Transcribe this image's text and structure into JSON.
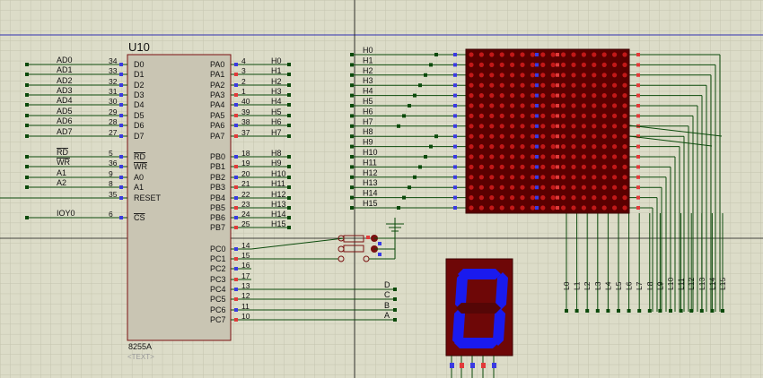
{
  "colors": {
    "background": "#dcdcc8",
    "grid": "#c4c4ae",
    "wire": "#0b4a0b",
    "chip_fill": "#c9c5b3",
    "chip_border": "#7a1010",
    "pin_red": "#e23a3a",
    "pin_blue": "#3a3ae2",
    "matrix_bg": "#5a0000",
    "led_off": "#c21818",
    "display_bg": "#6e0707",
    "segment_on": "#1a1aee",
    "segment_off": "#550606",
    "axis_line": "#3030b0"
  },
  "chip": {
    "name": "U10",
    "part": "8255A",
    "text_placeholder": "<TEXT>",
    "left_nets": [
      "AD0",
      "AD1",
      "AD2",
      "AD3",
      "AD4",
      "AD5",
      "AD6",
      "AD7",
      "RD",
      "WR",
      "A1",
      "A2",
      "IOY0"
    ],
    "left_pins": [
      {
        "label": "D0",
        "num": "34"
      },
      {
        "label": "D1",
        "num": "33"
      },
      {
        "label": "D2",
        "num": "32"
      },
      {
        "label": "D3",
        "num": "31"
      },
      {
        "label": "D4",
        "num": "30"
      },
      {
        "label": "D5",
        "num": "29"
      },
      {
        "label": "D6",
        "num": "28"
      },
      {
        "label": "D7",
        "num": "27"
      },
      {
        "label": "RD",
        "num": "5"
      },
      {
        "label": "WR",
        "num": "36"
      },
      {
        "label": "A0",
        "num": "9"
      },
      {
        "label": "A1",
        "num": "8"
      },
      {
        "label": "RESET",
        "num": "35"
      },
      {
        "label": "CS",
        "num": "6"
      }
    ],
    "right_pins": [
      {
        "label": "PA0",
        "num": "4",
        "net": "H0"
      },
      {
        "label": "PA1",
        "num": "3",
        "net": "H1"
      },
      {
        "label": "PA2",
        "num": "2",
        "net": "H2"
      },
      {
        "label": "PA3",
        "num": "1",
        "net": "H3"
      },
      {
        "label": "PA4",
        "num": "40",
        "net": "H4"
      },
      {
        "label": "PA5",
        "num": "39",
        "net": "H5"
      },
      {
        "label": "PA6",
        "num": "38",
        "net": "H6"
      },
      {
        "label": "PA7",
        "num": "37",
        "net": "H7"
      },
      {
        "label": "PB0",
        "num": "18",
        "net": "H8"
      },
      {
        "label": "PB1",
        "num": "19",
        "net": "H9"
      },
      {
        "label": "PB2",
        "num": "20",
        "net": "H10"
      },
      {
        "label": "PB3",
        "num": "21",
        "net": "H11"
      },
      {
        "label": "PB4",
        "num": "22",
        "net": "H12"
      },
      {
        "label": "PB5",
        "num": "23",
        "net": "H13"
      },
      {
        "label": "PB6",
        "num": "24",
        "net": "H14"
      },
      {
        "label": "PB7",
        "num": "25",
        "net": "H15"
      },
      {
        "label": "PC0",
        "num": "14",
        "net": ""
      },
      {
        "label": "PC1",
        "num": "15",
        "net": ""
      },
      {
        "label": "PC2",
        "num": "16",
        "net": ""
      },
      {
        "label": "PC3",
        "num": "17",
        "net": ""
      },
      {
        "label": "PC4",
        "num": "13",
        "net": "D"
      },
      {
        "label": "PC5",
        "num": "12",
        "net": "C"
      },
      {
        "label": "PC6",
        "num": "11",
        "net": "B"
      },
      {
        "label": "PC7",
        "num": "10",
        "net": "A"
      }
    ]
  },
  "matrix": {
    "row_labels": [
      "H0",
      "H1",
      "H2",
      "H3",
      "H4",
      "H5",
      "H6",
      "H7",
      "H8",
      "H9",
      "H10",
      "H11",
      "H12",
      "H13",
      "H14",
      "H15"
    ],
    "col_labels": [
      "L0",
      "L1",
      "L2",
      "L3",
      "L4",
      "L5",
      "L6",
      "L7",
      "L8",
      "L9",
      "L10",
      "L11",
      "L12",
      "L13",
      "L14",
      "L15"
    ],
    "rows": 16,
    "cols": 16
  },
  "bcd_labels": [
    "D",
    "C",
    "B",
    "A"
  ]
}
